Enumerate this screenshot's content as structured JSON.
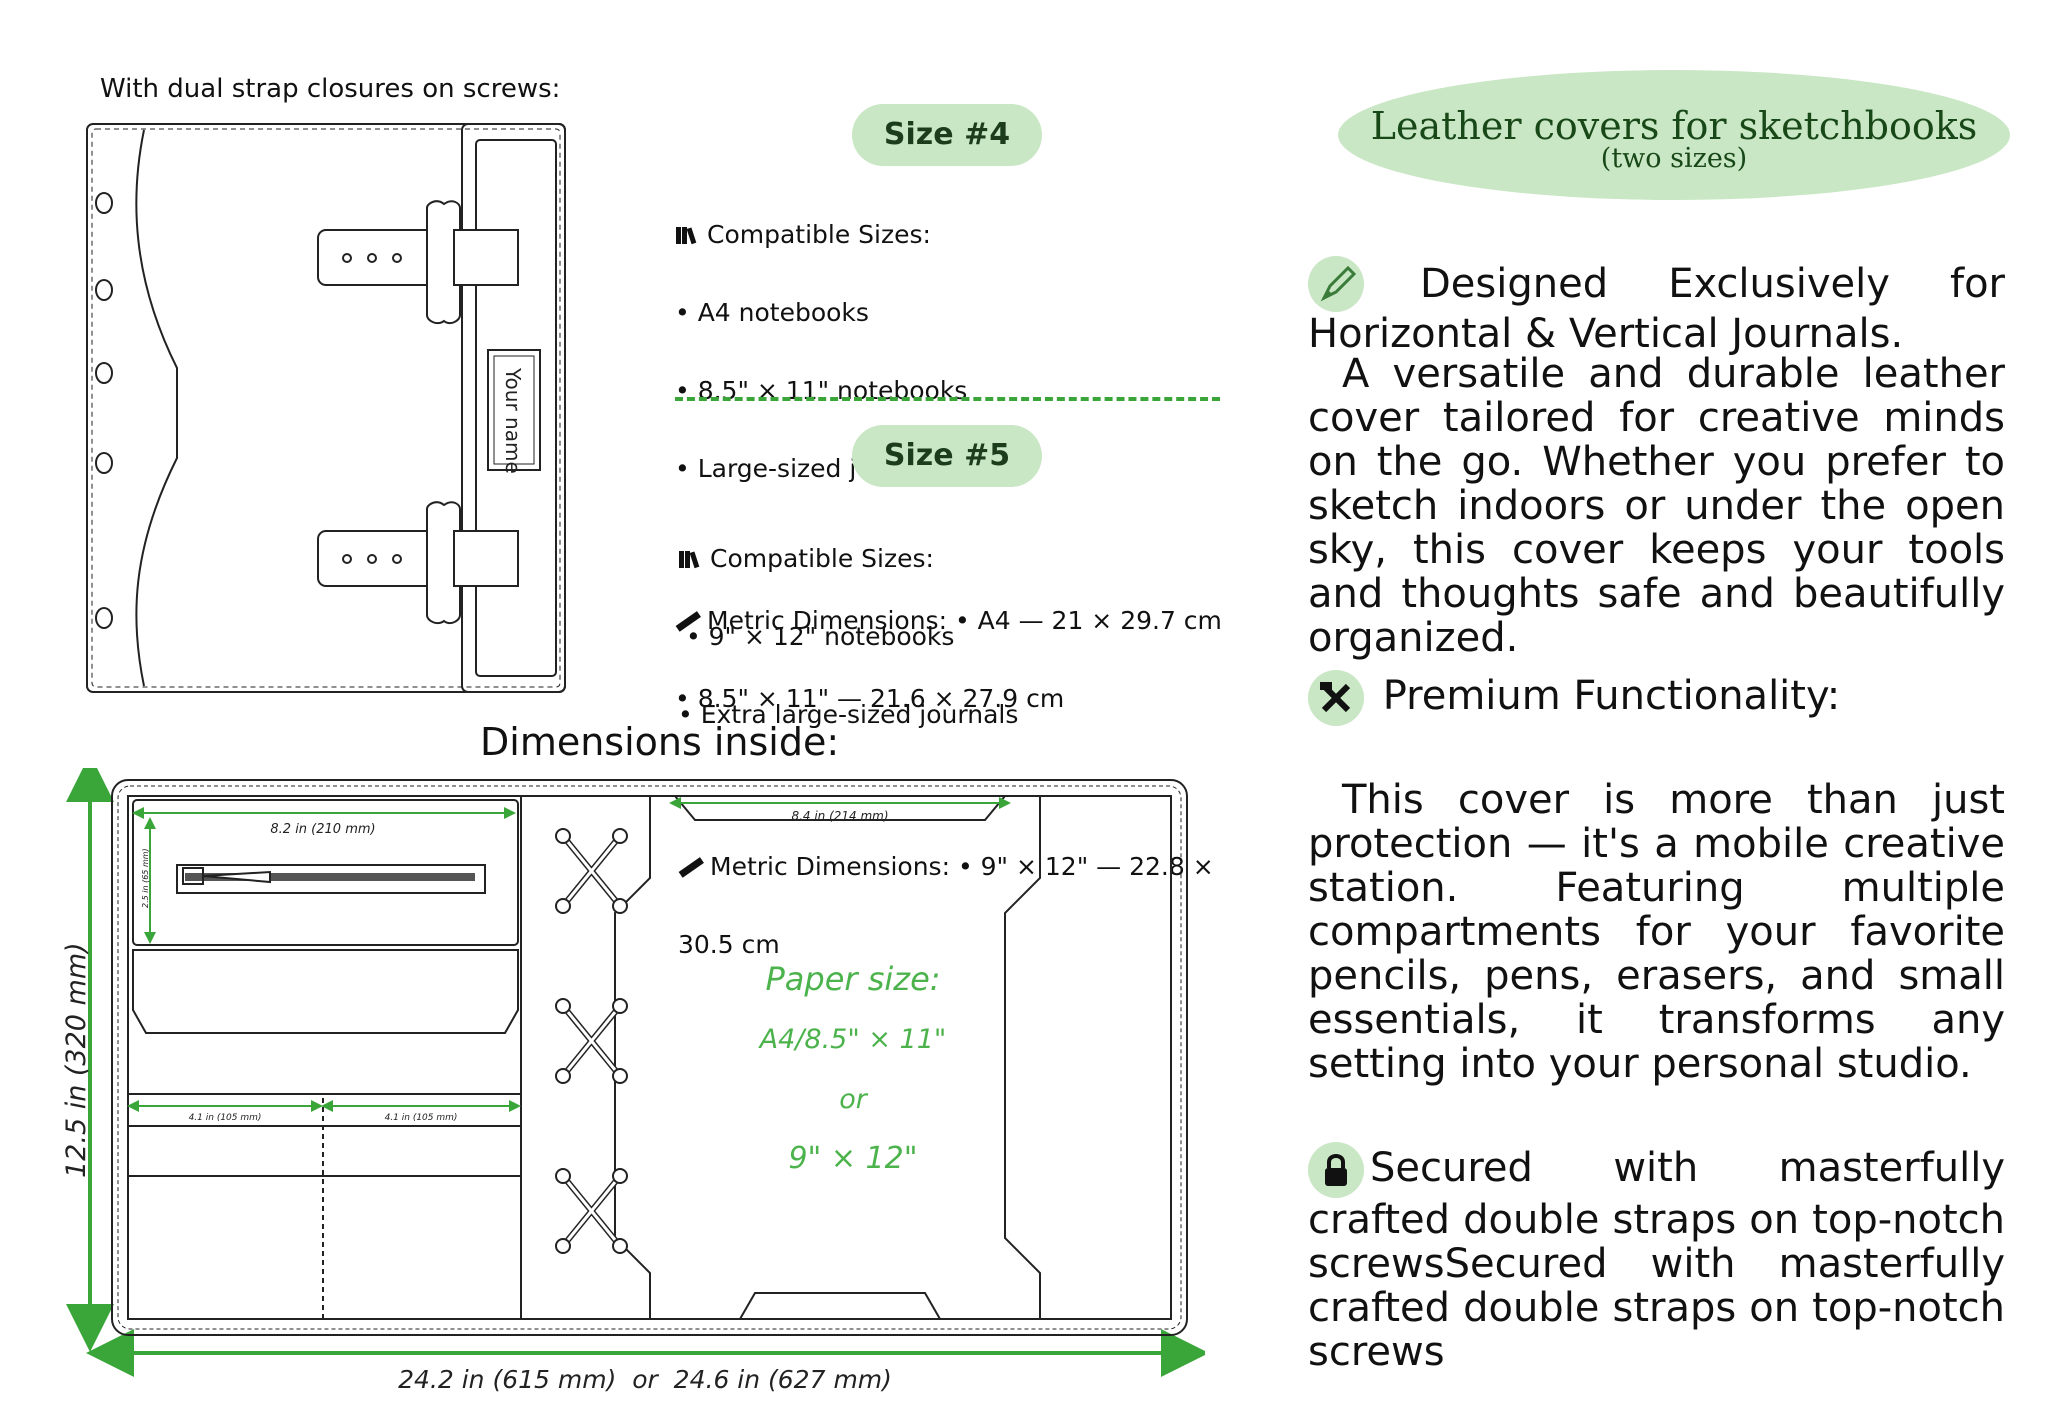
{
  "header": {
    "title": "Leather covers for sketchbooks",
    "subtitle": "(two sizes)"
  },
  "closure_caption": "With dual strap closures on screws:",
  "name_plate": "Your name",
  "size4": {
    "label": "Size #4",
    "compatible_heading": "Compatible Sizes:",
    "items": [
      "• A4 notebooks",
      "• 8.5\" × 11\" notebooks",
      "• Large-sized journals"
    ],
    "metric_line1": "Metric Dimensions: • A4 — 21 × 29.7 cm",
    "metric_line2": "• 8.5\" × 11\" — 21.6 × 27.9 cm",
    "icon_compatible": "books-icon",
    "icon_metric": "ruler-icon"
  },
  "size5": {
    "label": "Size #5",
    "compatible_heading": "Compatible Sizes:",
    "items": [
      " • 9\" × 12\" notebooks",
      "• Extra large-sized journals"
    ],
    "metric_line1": "Metric Dimensions: • 9\" × 12\" — 22.8 ×",
    "metric_line2": "30.5 cm",
    "icon_compatible": "books-icon",
    "icon_metric": "ruler-icon"
  },
  "inside": {
    "title": "Dimensions inside:",
    "height_label": "12.5 in (320 mm)",
    "width_label": "24.2 in (615 mm)  or  24.6 in (627 mm)",
    "pocket_width": "8.2 in (210 mm)",
    "pocket_height": "2.5 in (65 mm)",
    "slot_left": "4.1 in (105 mm)",
    "slot_right": "4.1 in (105 mm)",
    "paper_top": "8.4 in (214 mm)",
    "paper_label": "Paper size:",
    "paper_size1": "A4/8.5\" × 11\"",
    "paper_or": "or",
    "paper_size2": "9\" × 12\""
  },
  "features": {
    "designed": {
      "icon": "pen-icon",
      "first_line": "Designed Exclusively for",
      "rest": "Horizontal & Vertical Journals."
    },
    "intro": "A versatile and durable leather cover tailored for creative minds on the go. Whether you prefer to sketch indoors or under the open sky, this cover keeps your tools and thoughts safe and beautifully organized.",
    "premium": {
      "icon": "tools-icon",
      "title": "Premium Functionality:"
    },
    "premium_text": "This cover is more than just protection — it's a mobile creative station. Featuring multiple compartments for your favorite pencils, pens, erasers, and small essentials, it transforms any setting into your personal studio.",
    "secured": {
      "icon": "lock-icon",
      "text": "Secured with masterfully crafted double straps on top-notch screwsSecured with masterfully crafted double straps on top-notch screws"
    }
  },
  "colors": {
    "accent_green": "#3aa63a",
    "pill_green": "#c9e7c4",
    "handwritten_green": "#4cb34c"
  }
}
